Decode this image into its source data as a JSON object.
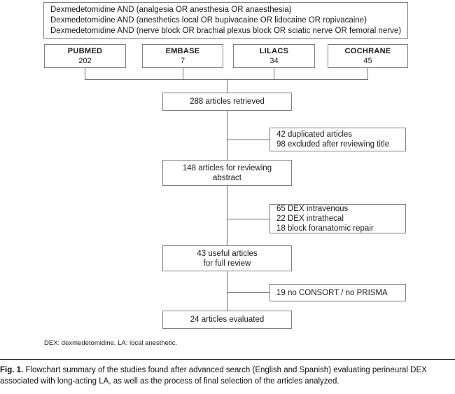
{
  "figure": {
    "query_box": {
      "lines": [
        "Dexmedetomidine AND (analgesia OR anesthesia OR anaesthesia)",
        "Dexmedetomidine AND (anesthetics local OR bupivacaine OR lidocaine OR ropivacaine)",
        "Dexmedetomidine AND (nerve block OR brachial plexus block OR sciatic nerve OR femoral nerve)"
      ]
    },
    "databases": [
      {
        "name": "PUBMED",
        "count": "202"
      },
      {
        "name": "EMBASE",
        "count": "7"
      },
      {
        "name": "LILACS",
        "count": "34"
      },
      {
        "name": "COCHRANE",
        "count": "45"
      }
    ],
    "retrieved": {
      "lines": [
        "288 articles retrieved"
      ]
    },
    "excluded_title": {
      "lines": [
        "42 duplicated articles",
        "98 excluded after reviewing title"
      ]
    },
    "abstract_review": {
      "lines": [
        "148 articles for reviewing",
        "abstract"
      ]
    },
    "excluded_dex": {
      "lines": [
        "65 DEX intravenous",
        "22 DEX intrathecal",
        "18 block foranatomic repair"
      ]
    },
    "full_review": {
      "lines": [
        "43 useful articles",
        "for full review"
      ]
    },
    "excluded_consort": {
      "lines": [
        "19 no CONSORT / no PRISMA"
      ]
    },
    "evaluated": {
      "lines": [
        "24 articles evaluated"
      ]
    },
    "footnote": "DEX: dexmedetomidine. LA: local anesthetic.",
    "caption": {
      "label": "Fig. 1.",
      "text": "Flowchart summary of the studies found after advanced search (English and Spanish) evaluating perineural DEX associated with long-acting LA, as well as the process of final selection of the articles analyzed."
    },
    "colors": {
      "box_border": "#808080",
      "connector": "#6e6e6e",
      "text": "#1a1a1a",
      "background": "#ffffff"
    }
  }
}
